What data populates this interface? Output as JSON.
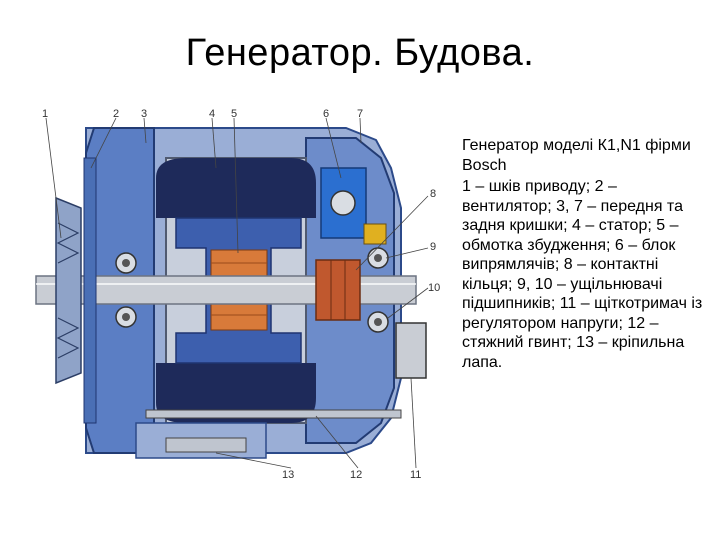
{
  "slide": {
    "title": "Генератор. Будова."
  },
  "caption": {
    "heading": "Генератор моделі К1,N1 фірми Bosch",
    "legend": "1 – шків приводу; 2 – вентилятор; 3, 7 – передня та задня кришки; 4 – статор; 5 – обмотка збудження; 6 – блок випрямлячів; 8 – контактні кільця; 9, 10 – ущільнювачі підшипників; 11 – щіткотримач із регулятором напруги; 12 – стяжний гвинт; 13 – кріпильна лапа."
  },
  "callouts": {
    "c1": "1",
    "c2": "2",
    "c3": "3",
    "c4": "4",
    "c5": "5",
    "c6": "6",
    "c7": "7",
    "c8": "8",
    "c9": "9",
    "c10": "10",
    "c11": "11",
    "c12": "12",
    "c13": "13"
  },
  "colors": {
    "housing": "#4a6fb5",
    "housing_dark": "#2c4a8a",
    "shaft": "#c9cdd4",
    "winding": "#1e2a5a",
    "rotor_core": "#3d5fae",
    "rings": "#c0582e",
    "brush": "#e0b020",
    "rectifier": "#2b6fd0"
  }
}
